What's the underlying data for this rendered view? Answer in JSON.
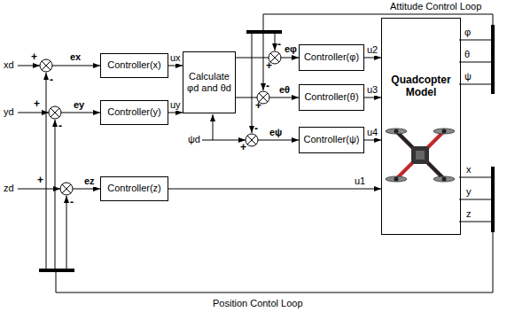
{
  "diagram": {
    "nodes": [
      {
        "text": [
          "Controller(x)"
        ]
      },
      {
        "text": [
          "Controller(y)"
        ]
      },
      {
        "text": [
          "Calculate φd and θd"
        ]
      },
      {
        "text": [
          "Controller(φ)"
        ]
      },
      {
        "text": [
          "Controller(θ)"
        ]
      },
      {
        "text": [
          "Controller(ψ)"
        ]
      },
      {
        "text": [
          "Controller(z)"
        ]
      },
      {
        "text": [
          "Quadcopter Model"
        ]
      }
    ],
    "edges": [
      {
        "from": 0,
        "to": 2,
        "arrow": "to",
        "label": "ux"
      },
      {
        "from": 1,
        "to": 2,
        "arrow": "to",
        "label": "uy"
      },
      {
        "from": 2,
        "to": 3,
        "arrow": "to"
      },
      {
        "from": 2,
        "to": 4,
        "arrow": "to"
      },
      {
        "from": 3,
        "to": 7,
        "arrow": "to",
        "label": "u2"
      },
      {
        "from": 4,
        "to": 7,
        "arrow": "to",
        "label": "u3"
      },
      {
        "from": 5,
        "to": 7,
        "arrow": "to",
        "label": "u4"
      },
      {
        "from": 6,
        "to": 7,
        "arrow": "to",
        "label": "u1"
      }
    ],
    "labels": [
      "Attitude Control Loop",
      "Position Contol Loop",
      "xd",
      "yd",
      "zd",
      "ψd",
      "ex",
      "ey",
      "ez",
      "eφ",
      "eθ",
      "eψ",
      "φ",
      "θ",
      "ψ",
      "x",
      "y",
      "z",
      "+",
      "-",
      "+",
      "-",
      "+",
      "-",
      "+",
      "-",
      "+",
      "-",
      "+",
      "-"
    ]
  }
}
